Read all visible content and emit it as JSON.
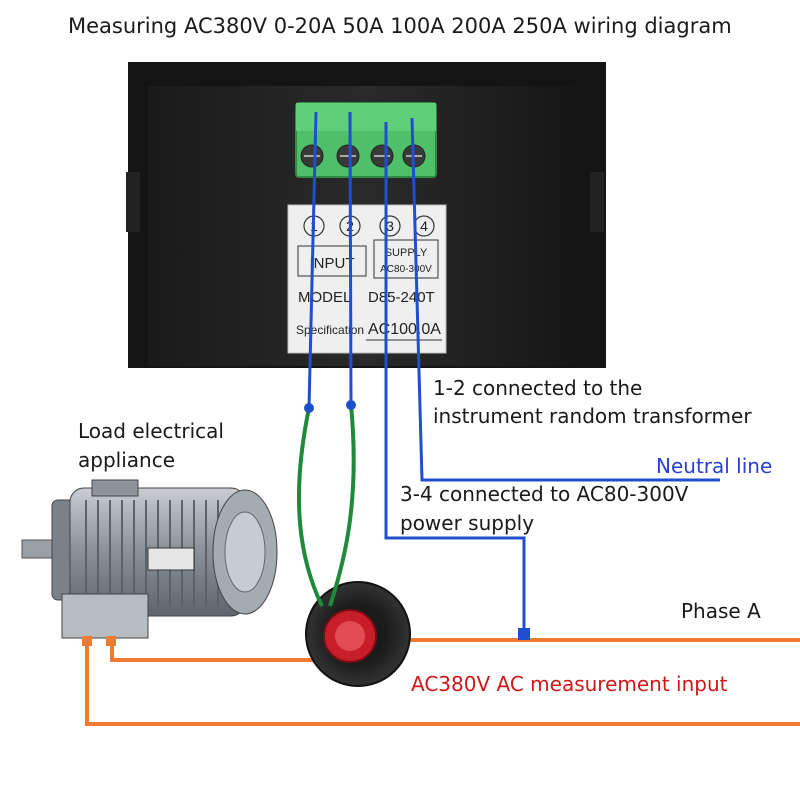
{
  "title": "Measuring AC380V 0-20A 50A 100A 200A 250A wiring diagram",
  "meter": {
    "terminal_numbers": [
      "1",
      "2",
      "3",
      "4"
    ],
    "input_label": "INPUT",
    "supply_label": "SUPPLY",
    "supply_range": "AC80-300V",
    "model_key": "MODEL",
    "model_value": "D85-240T",
    "spec_key": "Specification",
    "spec_value": "AC100.0A"
  },
  "annotations": {
    "transformer_note_line1": "1-2 connected to the",
    "transformer_note_line2": "instrument random transformer",
    "load_line1": "Load electrical",
    "load_line2": "appliance",
    "neutral": "Neutral line",
    "supply_note_line1": "3-4 connected to AC80-300V",
    "supply_note_line2": "power supply",
    "phase": "Phase A",
    "measurement": "AC380V AC measurement input"
  },
  "colors": {
    "wire_blue": "#1f4fcf",
    "wire_green": "#1e8a3a",
    "wire_orange": "#f07a30",
    "label_blue": "#2a3fd6",
    "label_red": "#d01818",
    "terminal_green": "#4fbf6a"
  }
}
